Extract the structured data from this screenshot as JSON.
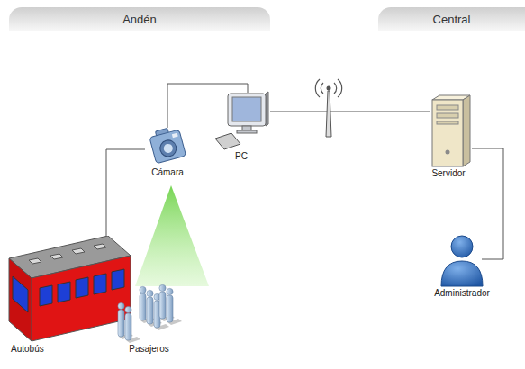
{
  "diagram": {
    "nodes": [
      {
        "text": [
          "Andén"
        ]
      },
      {
        "text": [
          "Central"
        ]
      },
      {
        "text": [
          "Cámara"
        ]
      },
      {
        "text": [
          "PC"
        ]
      },
      {
        "text": [
          "Servidor"
        ]
      },
      {
        "text": [
          "Administrador"
        ]
      },
      {
        "text": [
          "Autobús"
        ]
      },
      {
        "text": [
          "Pasajeros"
        ]
      }
    ],
    "edges": [
      {
        "from": 6,
        "to": 2,
        "arrow": "none"
      },
      {
        "from": 2,
        "to": 3,
        "arrow": "none"
      },
      {
        "from": 3,
        "to": 4,
        "arrow": "none"
      },
      {
        "from": 4,
        "to": 5,
        "arrow": "none"
      }
    ]
  }
}
